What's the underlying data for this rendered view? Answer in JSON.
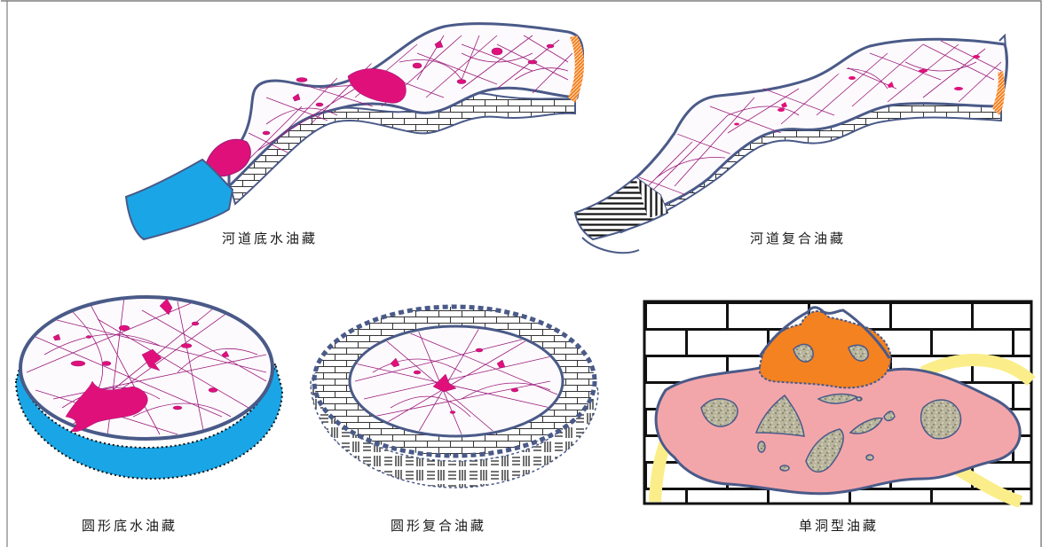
{
  "labels": {
    "channel_bottom_water": "河道底水油藏",
    "channel_composite": "河道复合油藏",
    "circular_bottom_water": "圆形底水油藏",
    "circular_composite": "圆形复合油藏",
    "single_cave": "单洞型油藏"
  },
  "colors": {
    "outline": "#4a5a88",
    "fracture": "#9b1a7a",
    "oil_magenta": "#e0107a",
    "water_blue": "#1aa6e6",
    "cave_orange": "#f58220",
    "cave_pink": "#f3a6aa",
    "breccia_gray": "#b8b49a",
    "yellow_band": "#fbee8a",
    "brick_line": "#111111"
  }
}
